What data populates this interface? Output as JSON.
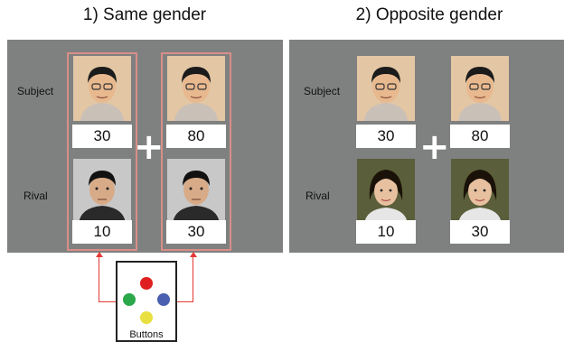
{
  "panels": [
    {
      "title": "1) Same gender",
      "subject_label": "Subject",
      "rival_label": "Rival",
      "subject_values": [
        "30",
        "80"
      ],
      "rival_values": [
        "10",
        "30"
      ]
    },
    {
      "title": "2) Opposite gender",
      "subject_label": "Subject",
      "rival_label": "Rival",
      "subject_values": [
        "30",
        "80"
      ],
      "rival_values": [
        "10",
        "30"
      ]
    }
  ],
  "plus_symbol": "+",
  "buttons": {
    "label": "Buttons",
    "colors": {
      "top": "#e02020",
      "left": "#2aa84a",
      "right": "#4a5fb0",
      "bottom": "#e8e040"
    }
  },
  "colors": {
    "panel_bg": "#7f8080",
    "highlight": "#d98e88",
    "connector": "#e53935"
  }
}
